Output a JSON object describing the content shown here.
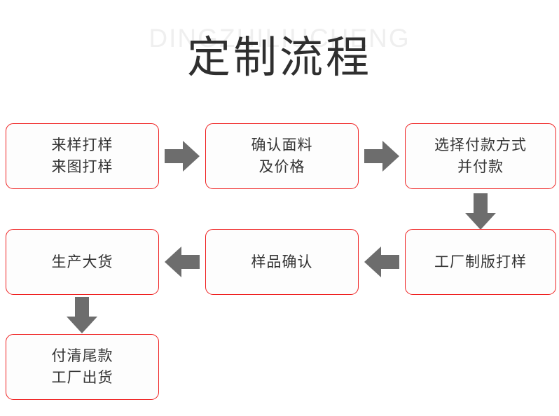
{
  "header": {
    "watermark": "DINGZHILIUCHENG",
    "title": "定制流程"
  },
  "colors": {
    "box_border": "#ef2020",
    "arrow": "#6d6d6d",
    "title_text": "#2f2f2f",
    "box_text": "#333333",
    "watermark": "#efefef",
    "background": "#ffffff"
  },
  "flow": {
    "steps": [
      {
        "id": 1,
        "label": "来样打样\n来图打样"
      },
      {
        "id": 2,
        "label": "确认面料\n及价格"
      },
      {
        "id": 3,
        "label": "选择付款方式\n并付款"
      },
      {
        "id": 4,
        "label": "工厂制版打样"
      },
      {
        "id": 5,
        "label": "样品确认"
      },
      {
        "id": 6,
        "label": "生产大货"
      },
      {
        "id": 7,
        "label": "付清尾款\n工厂出货"
      }
    ],
    "connectors": [
      {
        "id": 1,
        "direction": "right",
        "from": 1,
        "to": 2
      },
      {
        "id": 2,
        "direction": "right",
        "from": 2,
        "to": 3
      },
      {
        "id": 3,
        "direction": "down",
        "from": 3,
        "to": 4
      },
      {
        "id": 4,
        "direction": "left",
        "from": 4,
        "to": 5
      },
      {
        "id": 5,
        "direction": "left",
        "from": 5,
        "to": 6
      },
      {
        "id": 6,
        "direction": "down",
        "from": 6,
        "to": 7
      }
    ]
  }
}
